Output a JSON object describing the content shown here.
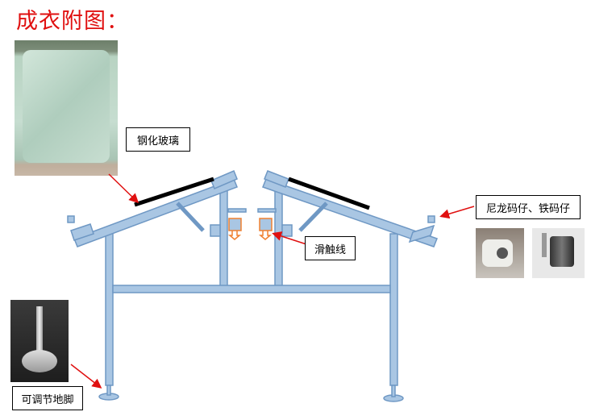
{
  "title": "成衣附图：",
  "labels": {
    "glass": "钢化玻璃",
    "trolley_line": "滑触线",
    "rollers": "尼龙码仔、铁码仔",
    "foot": "可调节地脚"
  },
  "colors": {
    "frame": "#a9c6e3",
    "frame_stroke": "#6f98c4",
    "glass": "#000000",
    "conductor": "#f08030",
    "arrow": "#e01010",
    "title": "#e01010"
  }
}
